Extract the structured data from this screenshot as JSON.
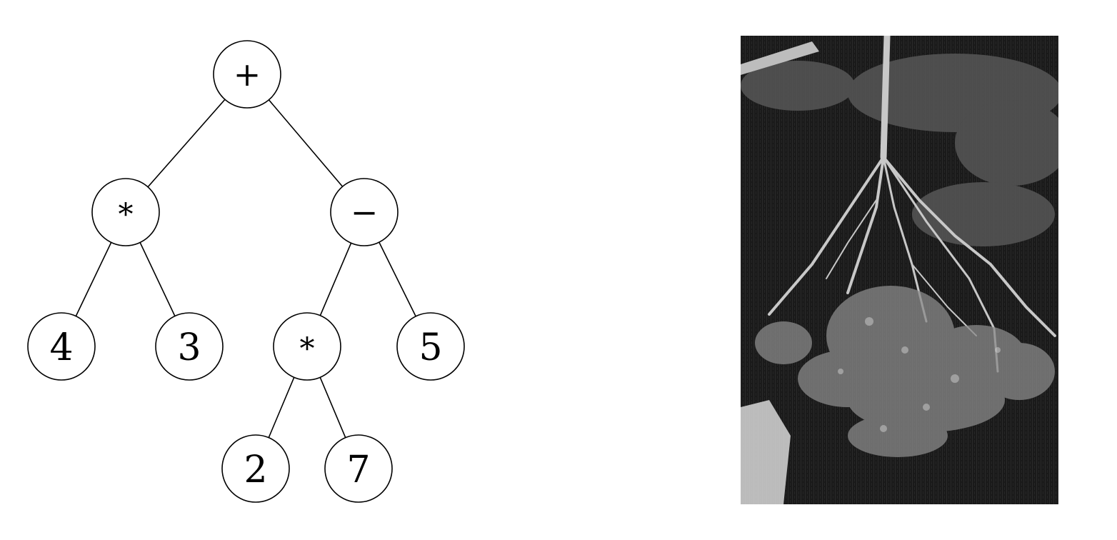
{
  "expression_tree": {
    "nodes": [
      {
        "id": "root",
        "label": "+"
      },
      {
        "id": "mul_left",
        "label": "*"
      },
      {
        "id": "minus",
        "label": "−"
      },
      {
        "id": "n4",
        "label": "4"
      },
      {
        "id": "n3",
        "label": "3"
      },
      {
        "id": "mul_inner",
        "label": "*"
      },
      {
        "id": "n5",
        "label": "5"
      },
      {
        "id": "n2",
        "label": "2"
      },
      {
        "id": "n7",
        "label": "7"
      }
    ],
    "edges": [
      [
        "root",
        "mul_left"
      ],
      [
        "root",
        "minus"
      ],
      [
        "mul_left",
        "n4"
      ],
      [
        "mul_left",
        "n3"
      ],
      [
        "minus",
        "mul_inner"
      ],
      [
        "minus",
        "n5"
      ],
      [
        "mul_inner",
        "n2"
      ],
      [
        "mul_inner",
        "n7"
      ]
    ]
  },
  "photo": {
    "subject": "inverted-tree-reflection",
    "colors": {
      "background": "#1a1a1a",
      "foliage": "#8a8a8a",
      "trunk": "#c8c8c8"
    }
  }
}
